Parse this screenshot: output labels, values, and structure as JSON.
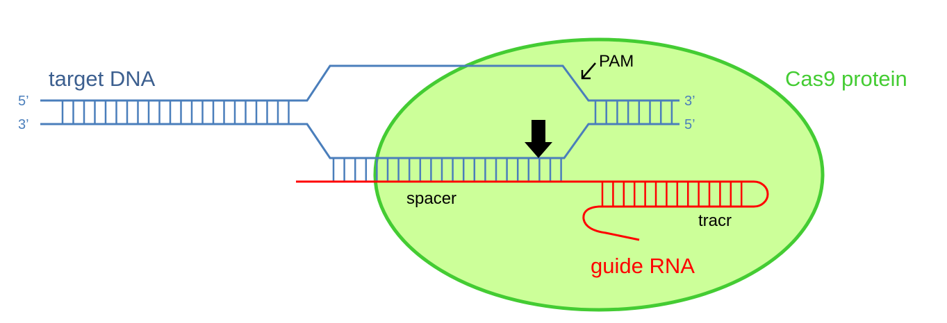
{
  "labels": {
    "target_dna": "target DNA",
    "cas9_protein": "Cas9 protein",
    "pam": "PAM",
    "spacer": "spacer",
    "tracr": "tracr",
    "guide_rna": "guide RNA",
    "left_top_end": "5’",
    "left_bottom_end": "3’",
    "right_top_end": "3’",
    "right_bottom_end": "5’"
  },
  "colors": {
    "dna": "#4a7ebb",
    "dna_label": "#3c5f8f",
    "rna": "#ff0000",
    "protein_fill": "#ccff99",
    "protein_stroke": "#44cc33",
    "protein_label": "#44cc33",
    "arrow": "#000000"
  },
  "icons": {
    "cut_site": "cleavage-arrow-icon",
    "pam_pointer": "pam-pointer-arrow-icon"
  }
}
